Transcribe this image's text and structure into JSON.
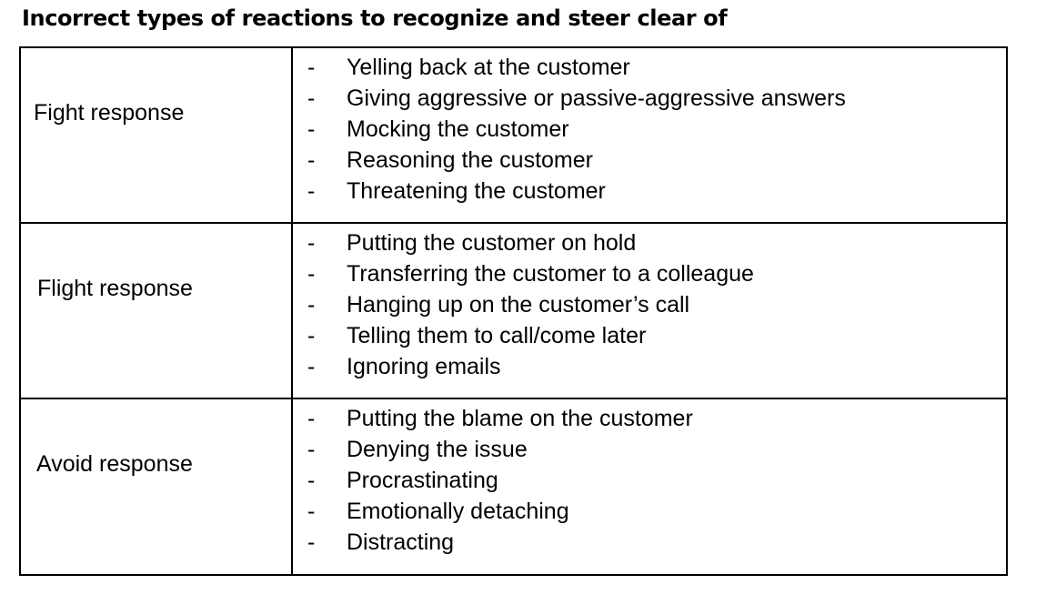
{
  "title": "Incorrect types of reactions to recognize and steer clear of",
  "rows": [
    {
      "label": "Fight response",
      "items": [
        "Yelling back at the customer",
        "Giving aggressive or passive-aggressive answers",
        "Mocking the customer",
        "Reasoning the customer",
        "Threatening the customer"
      ]
    },
    {
      "label": "Flight response",
      "items": [
        "Putting the customer on hold",
        "Transferring the customer to a colleague",
        "Hanging up on the customer’s call",
        "Telling them to call/come later",
        "Ignoring emails"
      ]
    },
    {
      "label": "Avoid response",
      "items": [
        "Putting the blame on the customer",
        "Denying the issue",
        "Procrastinating",
        "Emotionally detaching",
        "Distracting"
      ]
    }
  ],
  "bullet": "-"
}
